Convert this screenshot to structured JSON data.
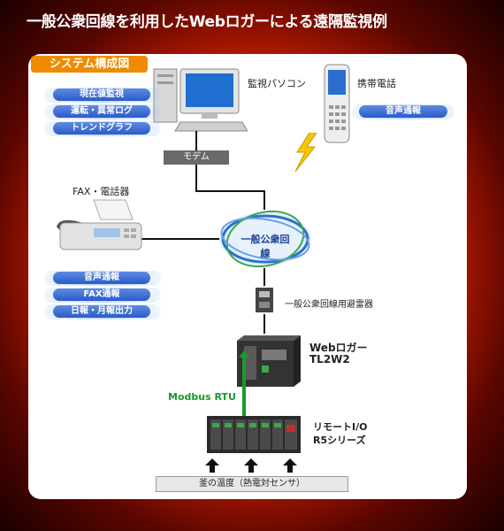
{
  "title": "一般公衆回線を利用したWebロガーによる遠隔監視例",
  "section_header": "システム構成図",
  "pc": {
    "label": "監視パソコン",
    "features": [
      "現在値監視",
      "運転・異常ログ",
      "トレンドグラフ"
    ]
  },
  "phone": {
    "label": "携帯電話",
    "features": [
      "音声通報"
    ]
  },
  "modem": {
    "label": "モデム"
  },
  "fax": {
    "label": "FAX・電話器",
    "features": [
      "音声通報",
      "FAX通報",
      "日報・月報出力"
    ]
  },
  "network": {
    "label": "一般公衆回線"
  },
  "surge": {
    "label": "一般公衆回線用避雷器"
  },
  "logger": {
    "label_line1": "Webロガー",
    "label_line2": "TL2W2"
  },
  "protocol": {
    "label": "Modbus RTU",
    "color": "#1a9a2a"
  },
  "remote_io": {
    "label_line1": "リモートI/O",
    "label_line2": "R5シリーズ"
  },
  "sensor": {
    "label": "釜の温度（熱電対センサ）"
  },
  "colors": {
    "accent": "#f08a00",
    "pill": "#2a5bc8"
  }
}
